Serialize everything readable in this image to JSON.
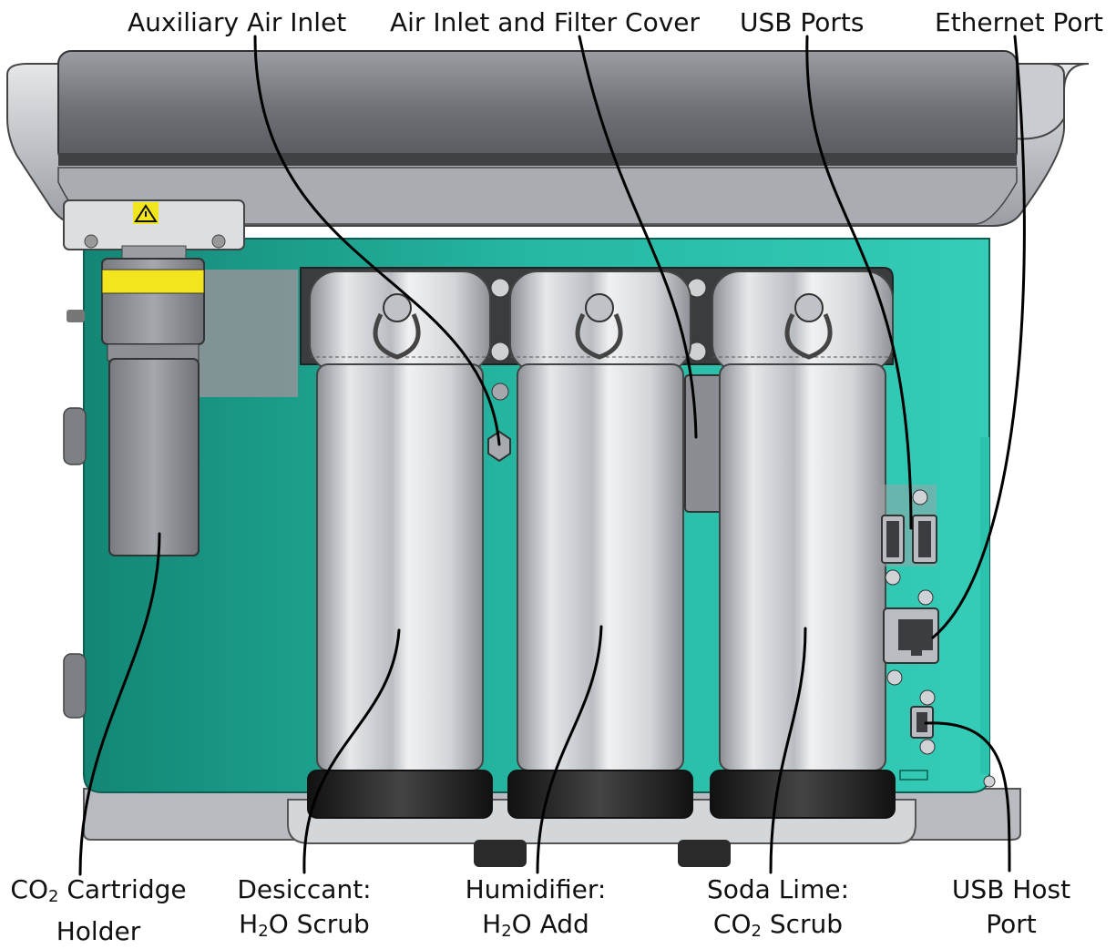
{
  "callouts": {
    "aux_air_inlet": "Auxiliary Air Inlet",
    "air_inlet_filter_cover": "Air Inlet and Filter Cover",
    "usb_ports": "USB Ports",
    "ethernet_port": "Ethernet Port",
    "co2_holder": {
      "prefix": "CO",
      "sub": "2",
      "suffix": " Cartridge",
      "line2": "Holder"
    },
    "desiccant": {
      "line1": "Desiccant:",
      "l2_prefix": "H",
      "l2_sub": "2",
      "l2_suffix": "O Scrub"
    },
    "humidifier": {
      "line1": "Humidifier:",
      "l2_prefix": "H",
      "l2_sub": "2",
      "l2_suffix": "O Add"
    },
    "soda_lime": {
      "line1": "Soda Lime:",
      "l2_prefix": "CO",
      "l2_sub": "2",
      "l2_suffix": " Scrub"
    },
    "usb_host": {
      "line1": "USB Host",
      "line2": "Port"
    }
  },
  "colors": {
    "teal_body": "#22b5a0",
    "teal_dark": "#168a78",
    "housing_gray": "#8f9397",
    "cartridge_silver": "#c9ccd0",
    "cap_black": "#1e1e1e",
    "label_yellow": "#f2e51d",
    "leader_line": "#000000"
  },
  "icons": [
    "warning-triangle-icon",
    "screw-icon",
    "usb-port-icon",
    "ethernet-port-icon",
    "mini-usb-port-icon",
    "d-ring-handle-icon"
  ]
}
